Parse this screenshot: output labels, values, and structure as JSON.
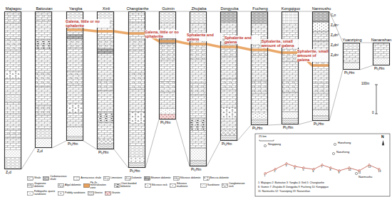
{
  "diagram": {
    "nodes": [
      {
        "text": [
          "Majiagou"
        ]
      },
      {
        "text": [
          "Baitoutan"
        ]
      },
      {
        "text": [
          "Yangba"
        ]
      },
      {
        "text": [
          "Xinli"
        ]
      },
      {
        "text": [
          "Changtianhe"
        ]
      },
      {
        "text": [
          "Guimin"
        ]
      },
      {
        "text": [
          "Zhujiaba"
        ]
      },
      {
        "text": [
          "Dongyuba"
        ]
      },
      {
        "text": [
          "Fucheng"
        ]
      },
      {
        "text": [
          "Kongqiguo"
        ]
      },
      {
        "text": [
          "Nanmushu"
        ]
      },
      {
        "text": [
          "Yuanziping"
        ]
      },
      {
        "text": [
          "Nananshan"
        ]
      }
    ],
    "labels": [
      "Z₂d",
      "Z₂d",
      "Pt₂Hm",
      "Pt₂Hm",
      "Pt₂Hm",
      "Pt₂Hm",
      "Pt₂Hm",
      "Pt₂Hm",
      "Pt₂Hm",
      "Pt₂Hm",
      "Pt₂Hm",
      "Pt₂Hm",
      "Pt₂Hm",
      "C₁n",
      "Z₂dn⁴",
      "Z₂dn³",
      "Z₂dn²",
      "Z₂dn¹",
      "Galena, little or no sphalerite",
      "Galena, little or no sphalerite",
      "Sphalerite and galena",
      "Sphalerite and galena",
      "Sphalerite, small amount of galena",
      "Sphalerite, small amount of galena",
      "100m",
      "0",
      "N",
      "25 km",
      "Ningqiang",
      "Hanzhong",
      "Nanzheng",
      "Nanmushu",
      "1",
      "2",
      "3",
      "4",
      "5",
      "6",
      "7",
      "8",
      "9",
      "10",
      "11",
      "12",
      "13",
      "1: Majiagou 2: Baitoutan 3: Yangba 4: Xinli 5: Changtianhe",
      "6: Guimin 7: Zhujiaba 8: Dongyuba 9: Fucheng 10: Kongqiguo",
      "11: Nanmushu 12: Yuanziping 13: Nananshan"
    ],
    "legend": [
      {
        "text": "Shale"
      },
      {
        "text": "Carbonaceous shale"
      },
      {
        "text": "Arenaceous shale"
      },
      {
        "text": "Limestone"
      },
      {
        "text": "Dolomite"
      },
      {
        "text": "Bitumen dolomite"
      },
      {
        "text": "Siliceous dolomite"
      },
      {
        "text": "Breccia dolomite"
      },
      {
        "text": "Grapevine dolomite"
      },
      {
        "text": "Algal dolomite"
      },
      {
        "text": "Pb-Zn mineralization zone",
        "color": "#e8a05a"
      },
      {
        "text": "Chert-banded dolomite"
      },
      {
        "text": "Siliceous rock"
      },
      {
        "text": "Siliceous mudstone"
      },
      {
        "text": "Sandstone"
      },
      {
        "text": "Conglomerate rock"
      },
      {
        "text": "Feldspathic quartz sandstone"
      },
      {
        "text": "Pebbly sandstone"
      },
      {
        "text": "Gneiss"
      },
      {
        "text": "Granite"
      }
    ]
  }
}
